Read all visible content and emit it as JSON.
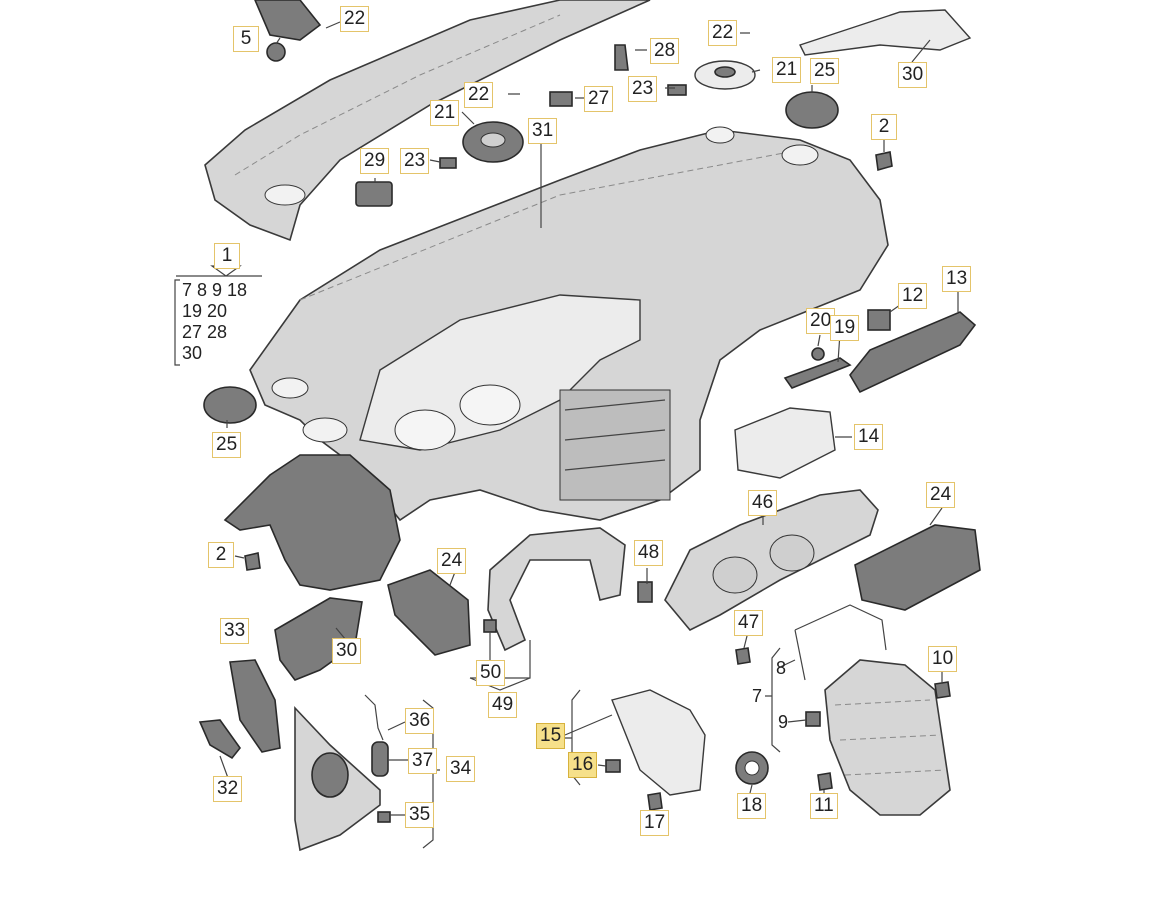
{
  "diagram": {
    "callouts": [
      {
        "id": "c-22a",
        "text": "22"
      },
      {
        "id": "c-5",
        "text": "5"
      },
      {
        "id": "c-22b",
        "text": "22"
      },
      {
        "id": "c-28",
        "text": "28"
      },
      {
        "id": "c-21a",
        "text": "21"
      },
      {
        "id": "c-25a",
        "text": "25"
      },
      {
        "id": "c-30a",
        "text": "30"
      },
      {
        "id": "c-23a",
        "text": "23"
      },
      {
        "id": "c-22c",
        "text": "22"
      },
      {
        "id": "c-27",
        "text": "27"
      },
      {
        "id": "c-21b",
        "text": "21"
      },
      {
        "id": "c-31",
        "text": "31"
      },
      {
        "id": "c-2a",
        "text": "2"
      },
      {
        "id": "c-29",
        "text": "29"
      },
      {
        "id": "c-23b",
        "text": "23"
      },
      {
        "id": "c-13",
        "text": "13"
      },
      {
        "id": "c-12",
        "text": "12"
      },
      {
        "id": "c-20",
        "text": "20"
      },
      {
        "id": "c-19",
        "text": "19"
      },
      {
        "id": "c-25b",
        "text": "25"
      },
      {
        "id": "c-14",
        "text": "14"
      },
      {
        "id": "c-46",
        "text": "46"
      },
      {
        "id": "c-24a",
        "text": "24"
      },
      {
        "id": "c-2b",
        "text": "2"
      },
      {
        "id": "c-24b",
        "text": "24"
      },
      {
        "id": "c-48",
        "text": "48"
      },
      {
        "id": "c-33",
        "text": "33"
      },
      {
        "id": "c-30b",
        "text": "30"
      },
      {
        "id": "c-47",
        "text": "47"
      },
      {
        "id": "c-10",
        "text": "10"
      },
      {
        "id": "c-50",
        "text": "50"
      },
      {
        "id": "c-8",
        "text": "8"
      },
      {
        "id": "c-49",
        "text": "49"
      },
      {
        "id": "c-7",
        "text": "7"
      },
      {
        "id": "c-36",
        "text": "36"
      },
      {
        "id": "c-9",
        "text": "9"
      },
      {
        "id": "c-15",
        "text": "15"
      },
      {
        "id": "c-37",
        "text": "37"
      },
      {
        "id": "c-34",
        "text": "34"
      },
      {
        "id": "c-16",
        "text": "16"
      },
      {
        "id": "c-32",
        "text": "32"
      },
      {
        "id": "c-18",
        "text": "18"
      },
      {
        "id": "c-11",
        "text": "11"
      },
      {
        "id": "c-35",
        "text": "35"
      },
      {
        "id": "c-17",
        "text": "17"
      },
      {
        "id": "c-1",
        "text": "1"
      }
    ],
    "group_1_list": {
      "row1": "7 8 9 18",
      "row2": "19 20",
      "row3": "27 28",
      "row4": "30"
    }
  }
}
